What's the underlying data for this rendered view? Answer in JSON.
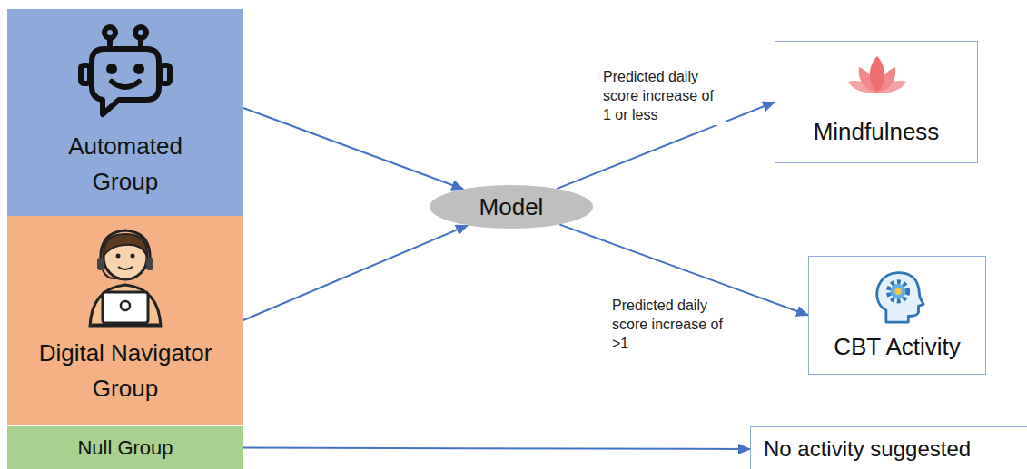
{
  "diagram": {
    "nodes": [
      {
        "text": [
          "Automated Group"
        ]
      },
      {
        "text": [
          "Digital Navigator Group"
        ]
      },
      {
        "text": [
          "Null Group"
        ]
      },
      {
        "text": [
          "Model"
        ]
      },
      {
        "text": [
          "Mindfulness"
        ]
      },
      {
        "text": [
          "CBT Activity"
        ]
      },
      {
        "text": [
          "No activity suggested"
        ]
      }
    ],
    "edges": [
      {
        "from": 0,
        "to": 3,
        "arrow": "to"
      },
      {
        "from": 1,
        "to": 3,
        "arrow": "to"
      },
      {
        "from": 3,
        "to": 4,
        "label": "Predicted daily score increase of 1 or less",
        "arrow": "to"
      },
      {
        "from": 3,
        "to": 5,
        "label": "Predicted daily score increase of >1",
        "arrow": "to"
      },
      {
        "from": 2,
        "to": 6,
        "arrow": "to"
      }
    ]
  }
}
